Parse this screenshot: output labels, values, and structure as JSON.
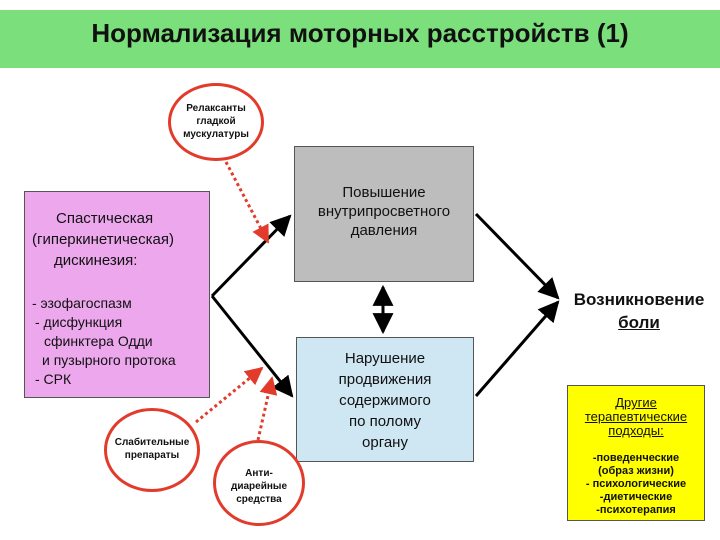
{
  "title": "Нормализация моторных расстройств (1)",
  "relaxants": [
    "Релаксанты",
    "гладкой",
    "мускулатуры"
  ],
  "pressure": [
    "Повышение",
    "внутрипросветного",
    "давления"
  ],
  "dyskinesia": [
    "Спастическая",
    "(гиперкинетическая)",
    "дискинезия:"
  ],
  "list": [
    "- эзофагоспазм",
    "- дисфункция",
    "сфинктера Одди",
    "и пузырного протока",
    "- СРК"
  ],
  "transport": [
    "Нарушение",
    "продвижения",
    "содержимого",
    "по полому",
    "органу"
  ],
  "pain": [
    "Возникновение",
    "боли"
  ],
  "other_header": [
    "Другие",
    "терапевтические",
    "подходы:"
  ],
  "other_items": [
    "-поведенческие",
    "(образ жизни)",
    "- психологические",
    "-диетические",
    "-психотерапия"
  ],
  "laxatives": [
    "Слабительные",
    "препараты"
  ],
  "antidiarrheal": [
    "Анти-",
    "диарейные",
    "средства"
  ],
  "colors": {
    "title_bg": "#7be07b",
    "gray": "#bdbdbd",
    "blue": "#cfe6f3",
    "pink": "#eda7ed",
    "yellow": "#ffff00",
    "red": "#e23b2b"
  }
}
